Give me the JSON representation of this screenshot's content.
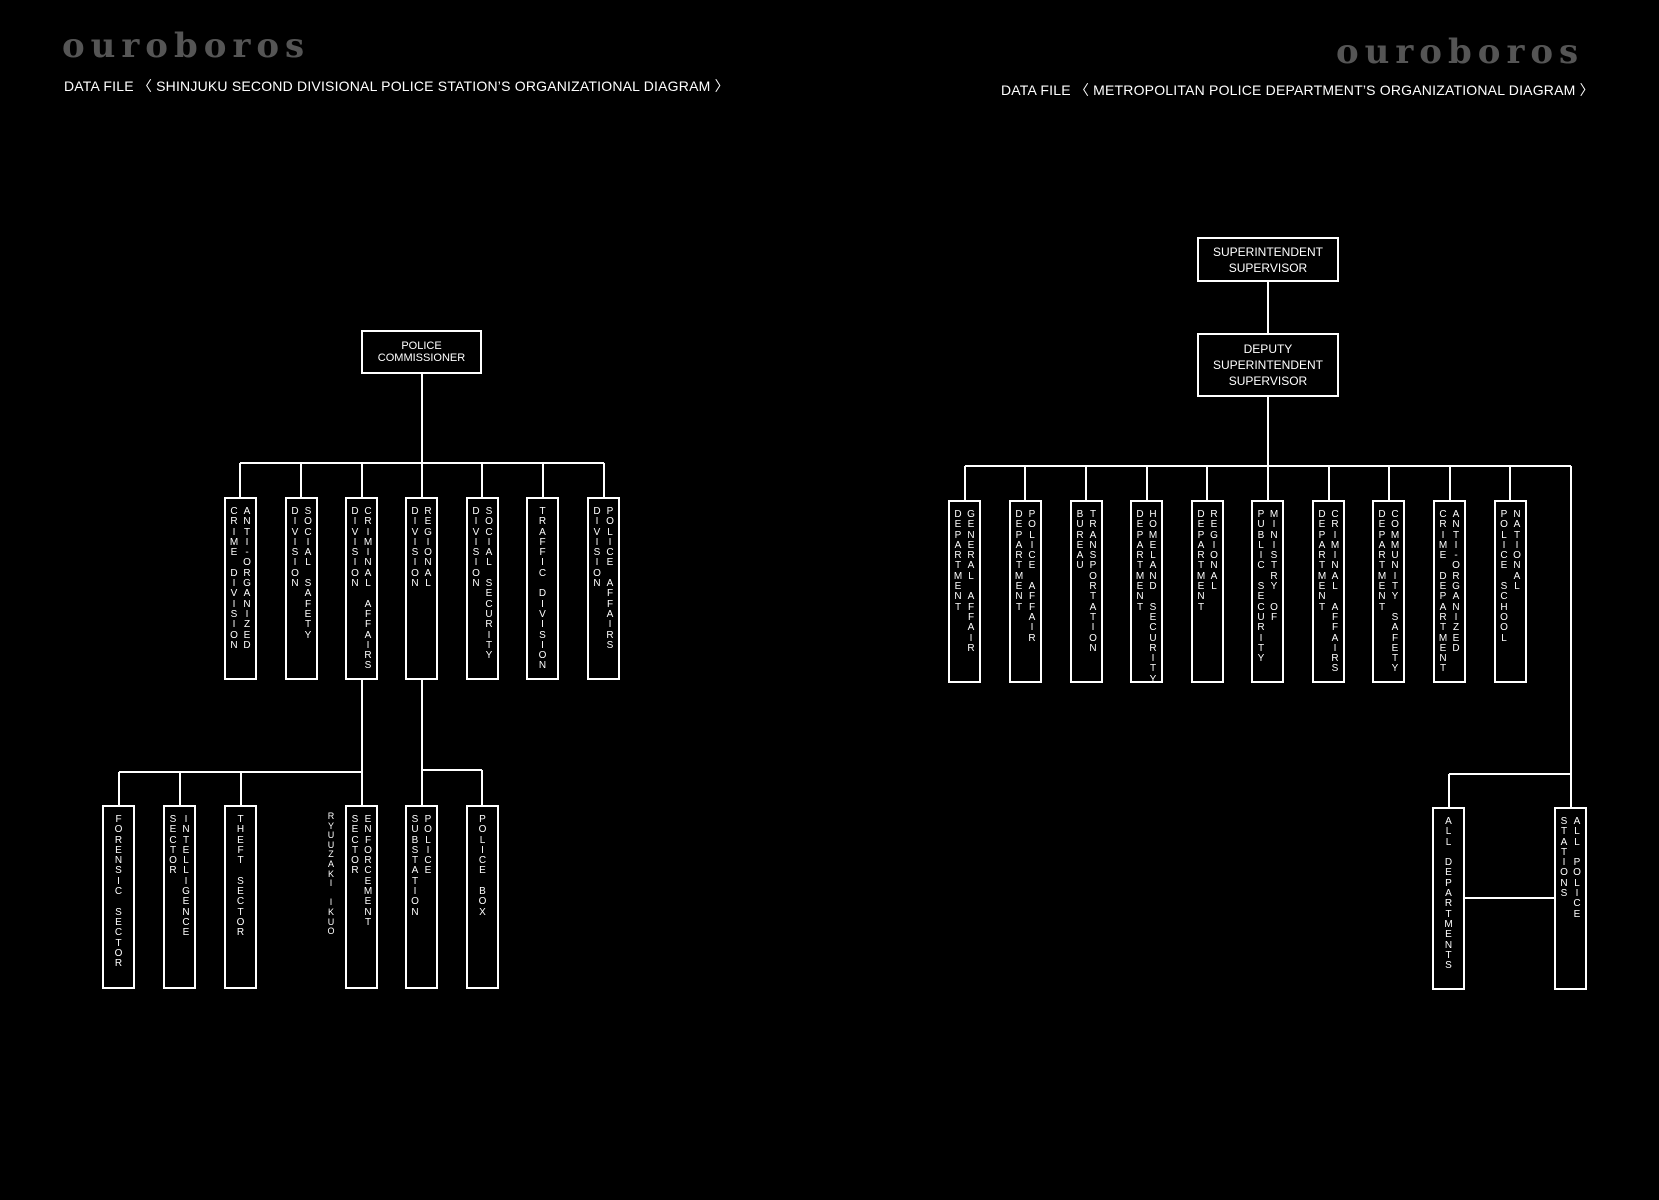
{
  "brand": {
    "logo_left": "ouroboros",
    "logo_right": "ouroboros"
  },
  "headers": {
    "left": "DATA FILE 〈 SHINJUKU SECOND DIVISIONAL POLICE STATION’S ORGANIZATIONAL DIAGRAM 〉",
    "right": "DATA FILE 〈 METROPOLITAN POLICE DEPARTMENT’S ORGANIZATIONAL DIAGRAM 〉"
  },
  "left_chart": {
    "root": "POLICE\nCOMMISSIONER",
    "divisions": [
      {
        "id": "anti-organized-crime-division",
        "lines": [
          "ANTI-ORGANIZED",
          "CRIME DIVISION"
        ]
      },
      {
        "id": "social-safety-division",
        "lines": [
          "SOCIAL SAFETY",
          "DIVISION"
        ]
      },
      {
        "id": "criminal-affairs-division",
        "lines": [
          "CRIMINAL AFFAIRS",
          "DIVISION"
        ]
      },
      {
        "id": "regional-division",
        "lines": [
          "REGIONAL",
          "DIVISION"
        ]
      },
      {
        "id": "social-security-division",
        "lines": [
          "SOCIAL SECURITY",
          "DIVISION"
        ]
      },
      {
        "id": "traffic-division",
        "lines": [
          "TRAFFIC DIVISION"
        ]
      },
      {
        "id": "police-affairs-division",
        "lines": [
          "POLICE AFFAIRS",
          "DIVISION"
        ]
      }
    ],
    "sectors": [
      {
        "id": "forensic-sector",
        "lines": [
          "FORENSIC SECTOR"
        ]
      },
      {
        "id": "intelligence-sector",
        "lines": [
          "INTELLIGENCE",
          "SECTOR"
        ]
      },
      {
        "id": "theft-sector",
        "lines": [
          "THEFT SECTOR"
        ]
      },
      {
        "id": "enforcement-sector",
        "lines": [
          "ENFORCEMENT",
          "SECTOR"
        ]
      },
      {
        "id": "police-substation",
        "lines": [
          "POLICE",
          "SUBSTATION"
        ]
      },
      {
        "id": "police-box",
        "lines": [
          "POLICE BOX"
        ]
      }
    ],
    "annotation": "RYUUZAKI IKUO"
  },
  "right_chart": {
    "root": "SUPERINTENDENT\nSUPERVISOR",
    "deputy": "DEPUTY\nSUPERINTENDENT\nSUPERVISOR",
    "departments": [
      {
        "id": "general-affair-department",
        "lines": [
          "GENERAL AFFAIR",
          "DEPARTMENT"
        ]
      },
      {
        "id": "police-affair-department",
        "lines": [
          "POLICE AFFAIR",
          "DEPARTMENT"
        ]
      },
      {
        "id": "transportation-bureau",
        "lines": [
          "TRANSPORTATION",
          "BUREAU"
        ]
      },
      {
        "id": "homeland-security-department",
        "lines": [
          "HOMELAND SECURITY",
          "DEPARTMENT"
        ]
      },
      {
        "id": "regional-department",
        "lines": [
          "REGIONAL",
          "DEPARTMENT"
        ]
      },
      {
        "id": "ministry-of-public-security",
        "lines": [
          "MINISTRY OF",
          "PUBLIC SECURITY"
        ]
      },
      {
        "id": "criminal-affairs-department",
        "lines": [
          "CRIMINAL AFFAIRS",
          "DEPARTMENT"
        ]
      },
      {
        "id": "community-safety-department",
        "lines": [
          "COMMUNITY SAFETY",
          "DEPARTMENT"
        ]
      },
      {
        "id": "anti-organized-crime-department",
        "lines": [
          "ANTI-ORGANIZED",
          "CRIME DEPARTMENT"
        ]
      },
      {
        "id": "national-police-school",
        "lines": [
          "NATIONAL",
          "POLICE SCHOOL"
        ]
      }
    ],
    "bottom": [
      {
        "id": "all-departments",
        "lines": [
          "ALL DEPARTMENTS"
        ]
      },
      {
        "id": "all-police-stations",
        "lines": [
          "ALL POLICE",
          "STATIONS"
        ]
      }
    ]
  }
}
